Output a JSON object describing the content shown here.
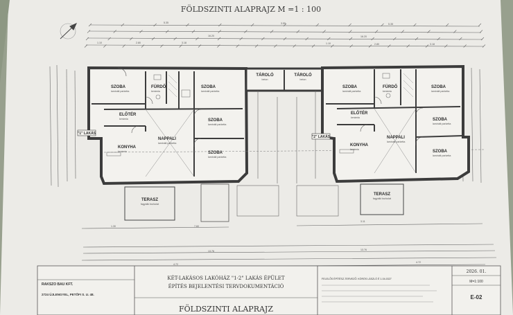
{
  "sheet_title": "FÖLDSZINTI ALAPRAJZ M =1 : 100",
  "left_unit": {
    "rooms": [
      {
        "key": "szoba_1",
        "name": "SZOBA",
        "sub": "laminált parketta"
      },
      {
        "key": "furdo",
        "name": "FÜRDŐ",
        "sub": "kerámia"
      },
      {
        "key": "szoba_2",
        "name": "SZOBA",
        "sub": "laminált parketta"
      },
      {
        "key": "eloter",
        "name": "ELŐTÉR",
        "sub": "kerámia"
      },
      {
        "key": "nappali",
        "name": "NAPPALI",
        "sub": "laminált parketta"
      },
      {
        "key": "konyha",
        "name": "KONYHA",
        "sub": "kerámia"
      },
      {
        "key": "szoba_3",
        "name": "SZOBA",
        "sub": "laminált parketta"
      },
      {
        "key": "szoba_4",
        "name": "SZOBA",
        "sub": "laminált parketta"
      },
      {
        "key": "terasz",
        "name": "TERASZ",
        "sub": "fagyálló burkolat"
      },
      {
        "key": "tarolo",
        "name": "TÁROLÓ",
        "sub": "beton"
      }
    ],
    "unit_label": "\"1\" LAKÁS"
  },
  "right_unit": {
    "rooms": [
      {
        "key": "szoba_1",
        "name": "SZOBA",
        "sub": "laminált parketta"
      },
      {
        "key": "furdo",
        "name": "FÜRDŐ",
        "sub": "kerámia"
      },
      {
        "key": "szoba_2",
        "name": "SZOBA",
        "sub": "laminált parketta"
      },
      {
        "key": "eloter",
        "name": "ELŐTÉR",
        "sub": "kerámia"
      },
      {
        "key": "nappali",
        "name": "NAPPALI",
        "sub": "laminált parketta"
      },
      {
        "key": "konyha",
        "name": "KONYHA",
        "sub": "kerámia"
      },
      {
        "key": "szoba_3",
        "name": "SZOBA",
        "sub": "laminált parketta"
      },
      {
        "key": "szoba_4",
        "name": "SZOBA",
        "sub": "laminált parketta"
      },
      {
        "key": "terasz",
        "name": "TERASZ",
        "sub": "fagyálló burkolat"
      },
      {
        "key": "tarolo",
        "name": "TÁROLÓ",
        "sub": "beton"
      }
    ],
    "unit_label": "\"2\" LAKÁS"
  },
  "title_block": {
    "client": "RAKSZO BAU KFT.",
    "client_address": "2724 ÚJLENGYEL, PETŐFI S. U. 48.",
    "project_line1": "KÉT-LAKÁSOS LAKÓHÁZ \"1-2\" LAKÁS ÉPÜLET",
    "project_line2": "ÉPÍTÉS BEJELENTÉSI TERVDOKUMENTÁCIÓ",
    "drawing_name": "FÖLDSZINTI ALAPRAJZ",
    "designer": "FELELŐS ÉPÍTÉSZ-TERVEZŐ: KÖRÖS LÁSZLÓ É 1-04-0327",
    "date": "2026. 01.",
    "scale": "M=1:100",
    "sheet_no": "E-02"
  }
}
